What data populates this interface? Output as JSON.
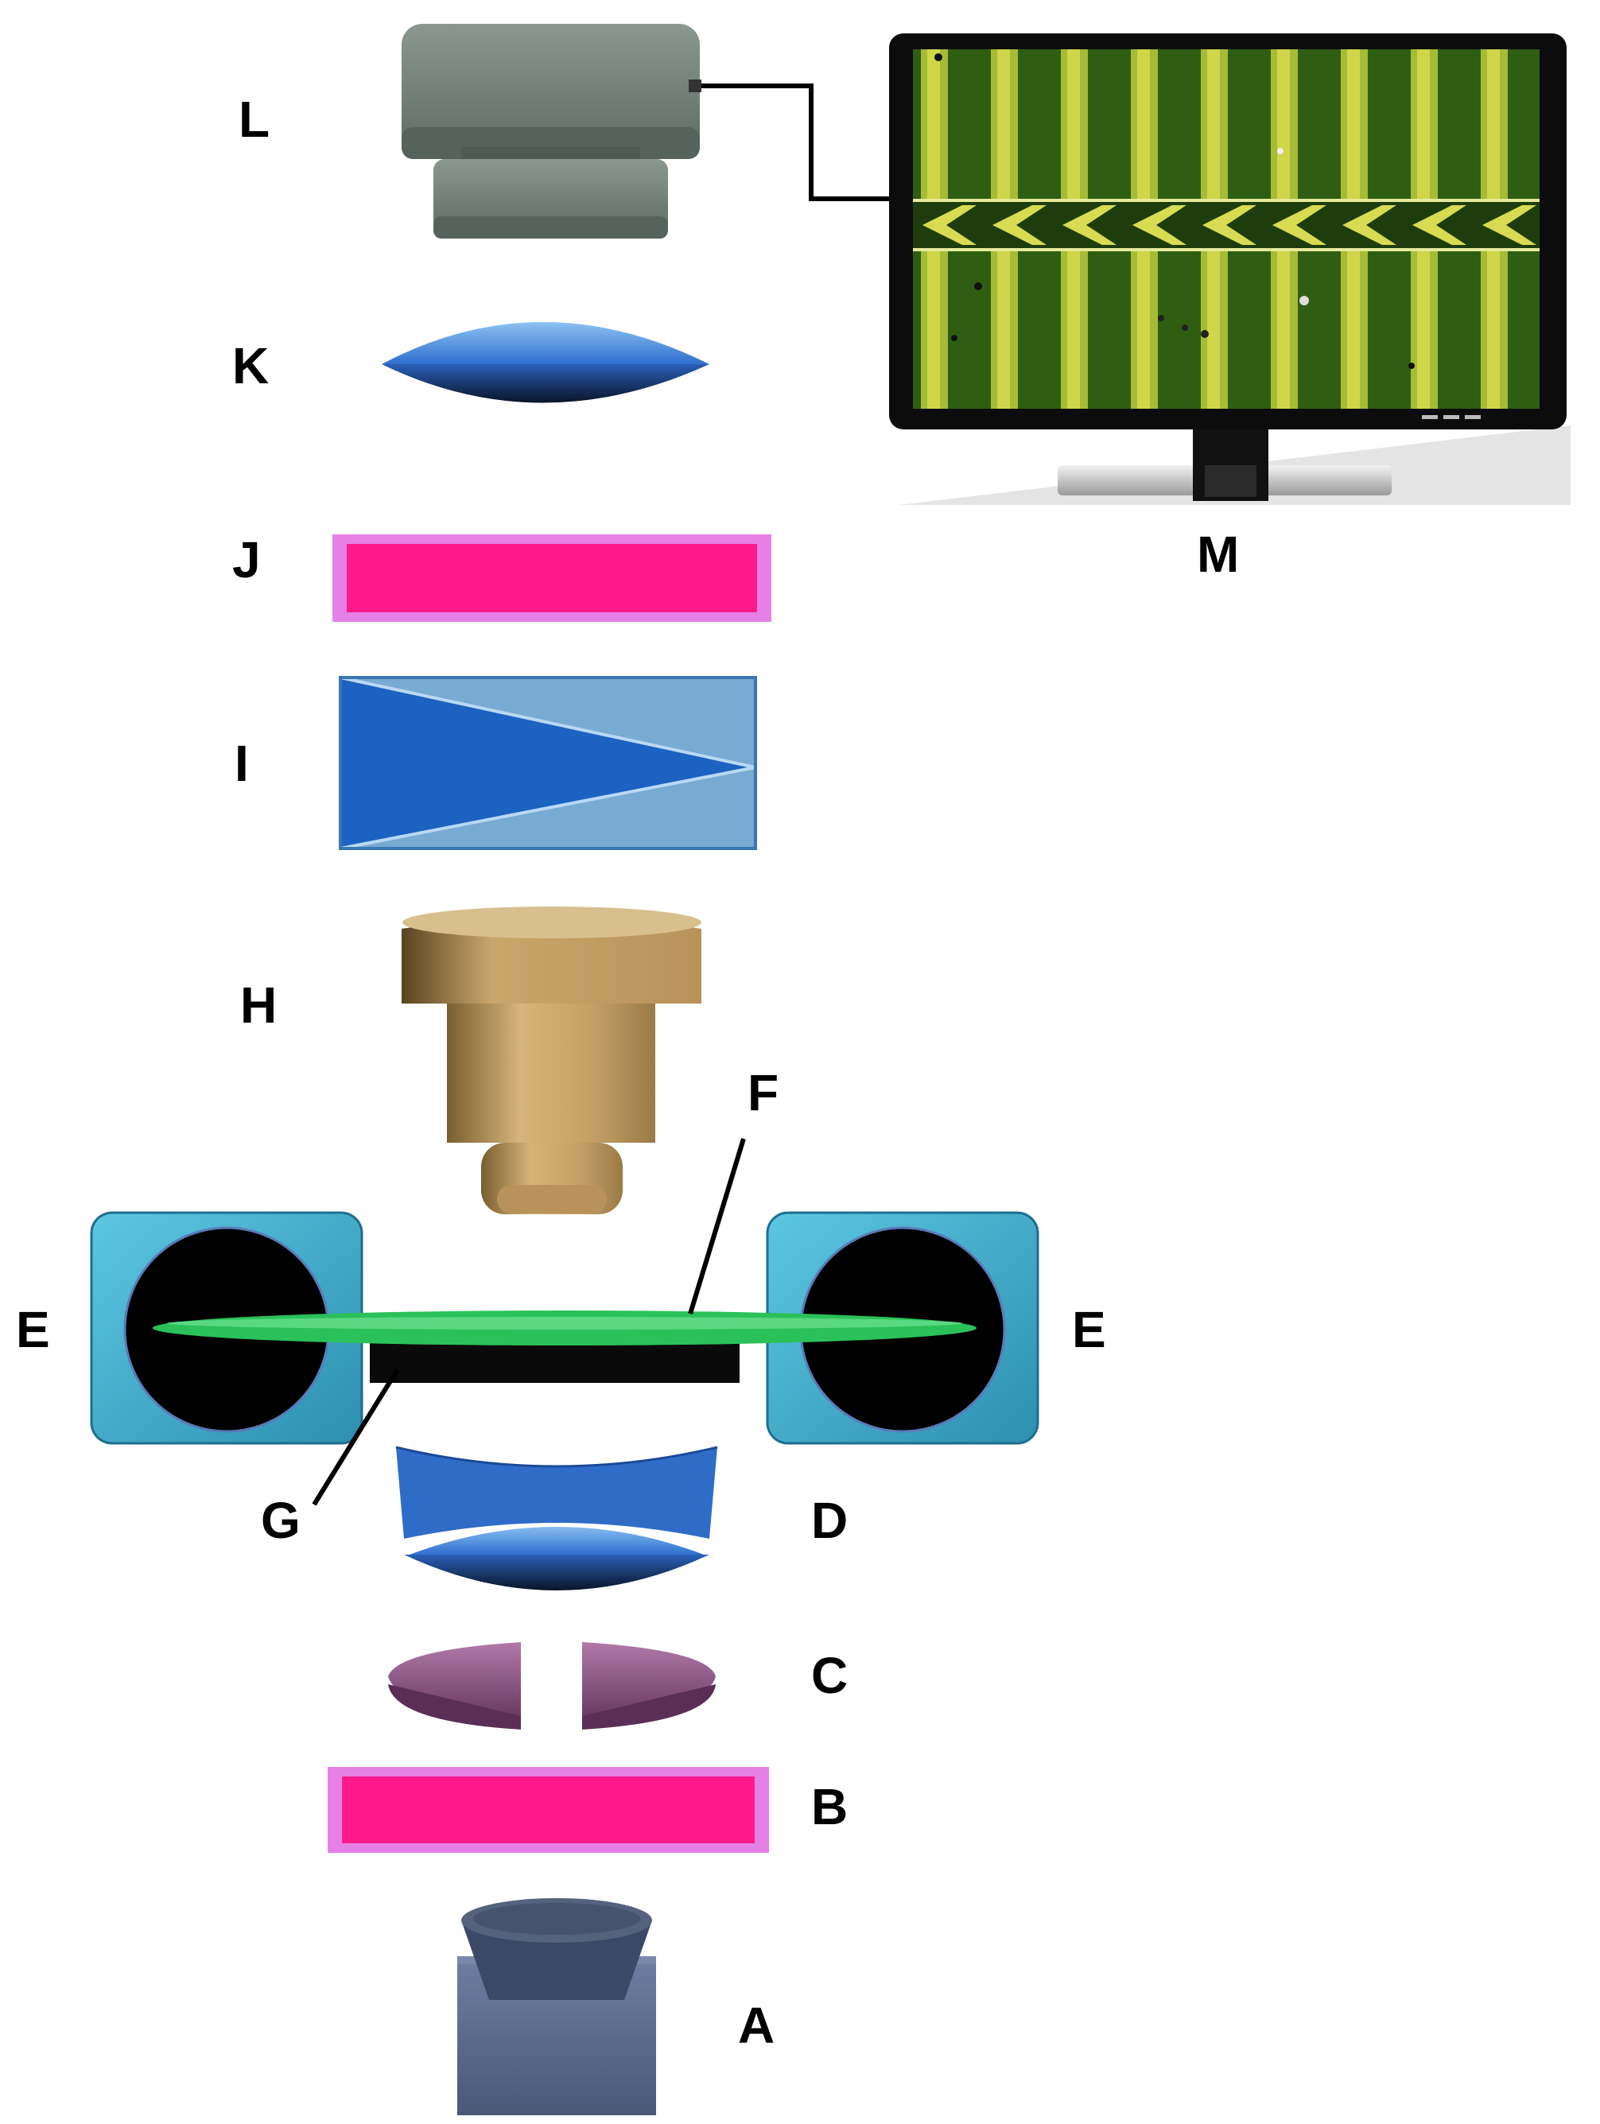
{
  "labels": {
    "A": "A",
    "B": "B",
    "C": "C",
    "D": "D",
    "E_left": "E",
    "E_right": "E",
    "F": "F",
    "G": "G",
    "H": "H",
    "I": "I",
    "J": "J",
    "K": "K",
    "L": "L",
    "M": "M"
  },
  "colors": {
    "filter_pink": "#ff1a8c",
    "filter_border": "#e070e0",
    "lens_blue": "#3f80d8",
    "ring_purple": "#9a5a92",
    "objective_tan": "#c8a46a",
    "holder_teal": "#38a8c8",
    "sample_green": "#2bc15a",
    "camera_gray": "#6f7f76",
    "source_slate": "#5a6a8c",
    "fringe_green": "#2d5a12",
    "fringe_yellow": "#b8c83a"
  }
}
